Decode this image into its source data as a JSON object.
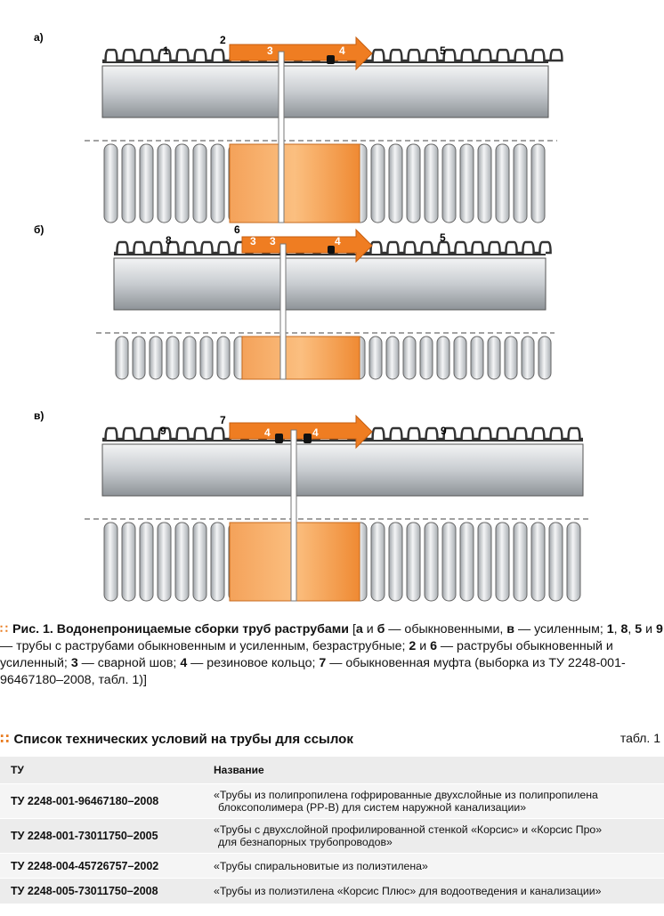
{
  "figure": {
    "panels": [
      {
        "letter": "а)",
        "labels": [
          "1",
          "2",
          "3",
          "4",
          "5"
        ]
      },
      {
        "letter": "б)",
        "labels": [
          "8",
          "6",
          "3",
          "3",
          "4",
          "5"
        ]
      },
      {
        "letter": "в)",
        "labels": [
          "7",
          "9",
          "4",
          "4",
          "9"
        ]
      }
    ]
  },
  "caption": {
    "lead": "Рис. 1.",
    "title": "Водонепроницаемые сборки труб раструбами",
    "body_html": "[<b>а</b> и <b>б</b> — обыкновенными, <b>в</b> — усиленным; <b>1</b>, <b>8</b>, <b>5</b> и <b>9</b> — трубы с раструбами обыкновенным и усиленным, безраструбные; <b>2</b> и <b>6</b> — раструбы обыкновенный и усиленный; <b>3</b> — сварной шов; <b>4</b> — резиновое кольцо; <b>7</b> — обыкновенная муфта (выборка из ТУ 2248-001-96467180–2008, табл. 1)]"
  },
  "table_title": "Список технических условий на трубы для ссылок",
  "table_ref": "табл. 1",
  "table": {
    "headers": [
      "ТУ",
      "Название"
    ],
    "rows": [
      {
        "tu": "ТУ 2248-001-96467180–2008",
        "name1": "«Трубы из полипропилена гофрированные двухслойные из полипропилена",
        "name2": "блоксополимера (PP-B) для систем наружной канализации»"
      },
      {
        "tu": "ТУ 2248-001-73011750–2005",
        "name1": "«Трубы с двухслойной профилированной стенкой «Корсис» и «Корсис Про»",
        "name2": "для безнапорных трубопроводов»"
      },
      {
        "tu": "ТУ 2248-004-45726757–2002",
        "name1": "«Трубы спиральновитые из полиэтилена»",
        "name2": ""
      },
      {
        "tu": "ТУ 2248-005-73011750–2008",
        "name1": "«Трубы из полиэтилена «Корсис Плюс» для водоотведения и канализации»",
        "name2": ""
      }
    ]
  }
}
